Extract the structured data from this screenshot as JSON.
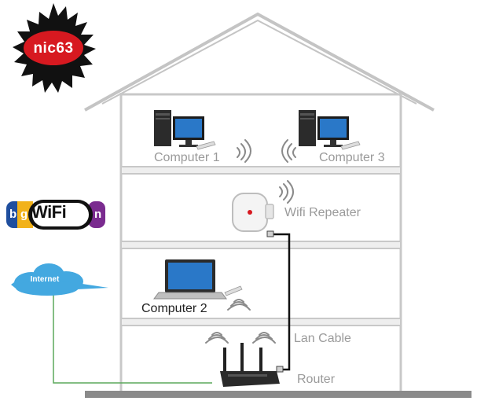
{
  "logo": {
    "text": "nic63",
    "colors": {
      "burst": "#111111",
      "core": "#d71920",
      "text": "#ffffff"
    }
  },
  "wifi_badge": {
    "letters_left": [
      "b",
      "g"
    ],
    "word": "WiFi",
    "letter_right": "n",
    "colors": {
      "b": "#1f4e9e",
      "g": "#f2b21a",
      "n": "#7a2b8f",
      "body": "#111111"
    }
  },
  "internet_cloud": {
    "label": "Internet",
    "color": "#43a8e0"
  },
  "rooms": {
    "top": {
      "computer_1": "Computer 1",
      "computer_3": "Computer 3"
    },
    "second": {
      "repeater": "Wifi Repeater"
    },
    "third": {
      "computer_2": "Computer 2"
    },
    "bottom": {
      "lan_cable": "Lan Cable",
      "router": "Router"
    }
  },
  "colors": {
    "house_line": "#c4c4c4",
    "ground": "#8a8a8a",
    "cable": "#111111",
    "internet_line": "#5ca95c",
    "label_light": "#9a9a9a",
    "label_dark": "#222222"
  }
}
